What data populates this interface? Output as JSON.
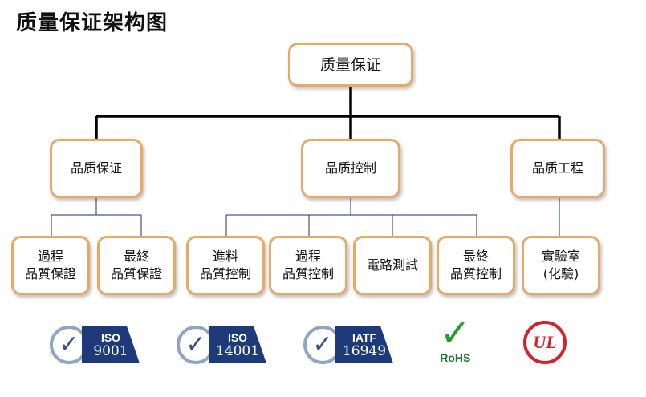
{
  "title": "质量保证架构图",
  "root": {
    "label": "质量保证"
  },
  "branches": [
    {
      "label": "品质保证",
      "children": [
        {
          "label": "過程\n品質保證"
        },
        {
          "label": "最終\n品質保證"
        }
      ]
    },
    {
      "label": "品质控制",
      "children": [
        {
          "label": "進料\n品質控制"
        },
        {
          "label": "過程\n品質控制"
        },
        {
          "label": "電路測試"
        },
        {
          "label": "最終\n品質控制"
        }
      ]
    },
    {
      "label": "品质工程",
      "children": [
        {
          "label": "實驗室\n(化驗)"
        }
      ]
    }
  ],
  "certifications": [
    {
      "name": "ISO 9001",
      "top": "ISO",
      "number": "9001",
      "icon": "iso-check-icon"
    },
    {
      "name": "ISO 14001",
      "top": "ISO",
      "number": "14001",
      "icon": "iso-check-icon"
    },
    {
      "name": "IATF 16949",
      "top": "IATF",
      "number": "16949",
      "icon": "iso-check-icon"
    },
    {
      "name": "RoHS",
      "label": "RoHS",
      "icon": "rohs-check-icon"
    },
    {
      "name": "UL",
      "label": "UL",
      "icon": "ul-mark-icon"
    }
  ],
  "colors": {
    "box_border": "#e8a866",
    "connector_main": "#000000",
    "connector_sub": "#1a2f6b",
    "iso_blue": "#1f3a7a",
    "rohs_green": "#2a9a2a",
    "ul_red": "#d0232a"
  }
}
